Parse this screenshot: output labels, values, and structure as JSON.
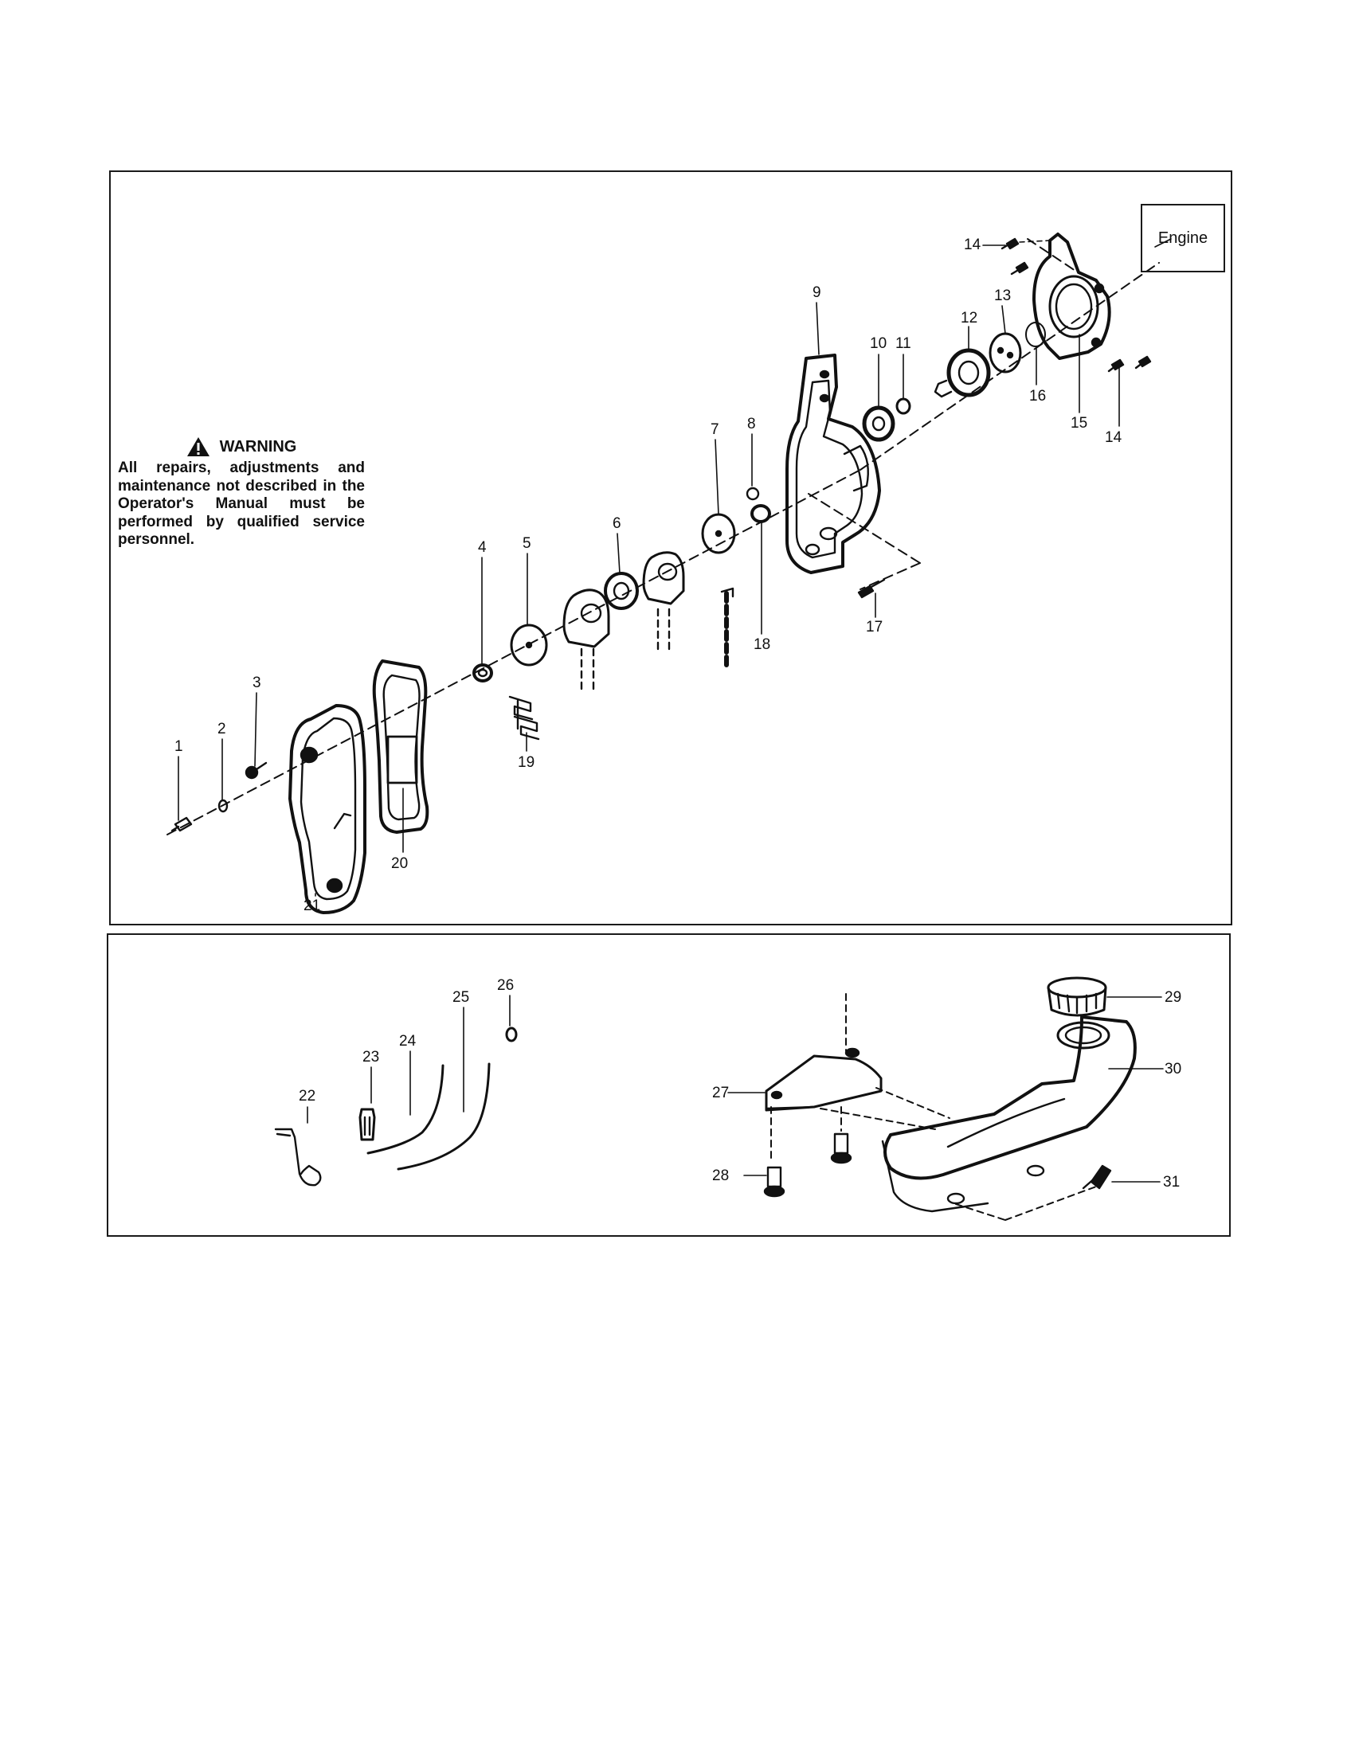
{
  "warning": {
    "icon": "warning-triangle-icon",
    "heading": "WARNING",
    "text": "All repairs, adjustments and maintenance not described in the Operator's Manual must be performed by qualified service personnel."
  },
  "engine_label": "Engine",
  "callouts": {
    "n1": "1",
    "n2": "2",
    "n3": "3",
    "n4": "4",
    "n5": "5",
    "n6": "6",
    "n7": "7",
    "n8": "8",
    "n9": "9",
    "n10": "10",
    "n11": "11",
    "n12": "12",
    "n13": "13",
    "n14a": "14",
    "n14b": "14",
    "n15": "15",
    "n16": "16",
    "n17": "17",
    "n18": "18",
    "n19": "19",
    "n20": "20",
    "n21": "21",
    "n22": "22",
    "n23": "23",
    "n24": "24",
    "n25": "25",
    "n26": "26",
    "n27": "27",
    "n28": "28",
    "n29": "29",
    "n30": "30",
    "n31": "31"
  }
}
